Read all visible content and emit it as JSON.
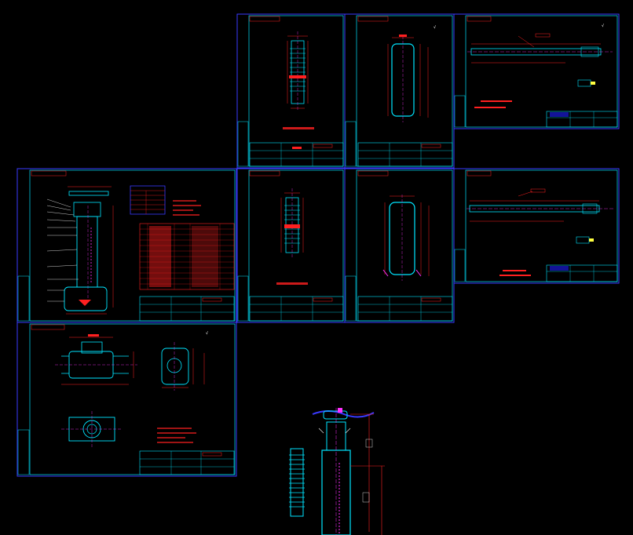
{
  "app": {
    "title": ""
  },
  "colors": {
    "background": "#000000",
    "sheet_border": "#3a3aff",
    "frame": "#00e5ff",
    "dimension": "#ff2020",
    "part_outline": "#00e5ff",
    "leader": "#ffffff",
    "annotation": "#ff2020",
    "title_block": "#00e5ff",
    "magenta": "#ff30ff",
    "yellow": "#ffff40",
    "blue_panel": "#2020ff"
  },
  "sheets": [
    {
      "id": "sheet-bellows-top",
      "label": ""
    },
    {
      "id": "sheet-bonnet-top",
      "label": ""
    },
    {
      "id": "sheet-stem-top",
      "label": ""
    },
    {
      "id": "sheet-assembly",
      "label": ""
    },
    {
      "id": "sheet-bellows-mid",
      "label": ""
    },
    {
      "id": "sheet-bonnet-mid",
      "label": ""
    },
    {
      "id": "sheet-stem-mid",
      "label": ""
    },
    {
      "id": "sheet-body",
      "label": ""
    }
  ],
  "loose_drawing": {
    "id": "free-assembly-view"
  }
}
